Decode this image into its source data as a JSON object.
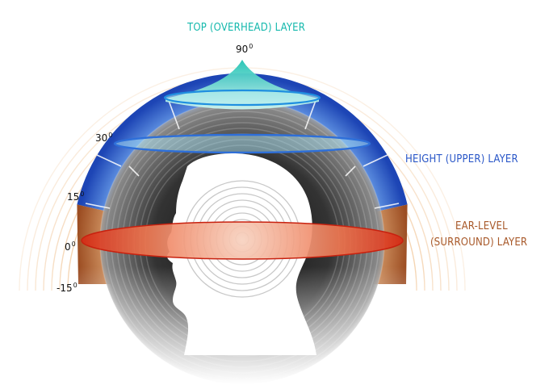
{
  "labels": {
    "top": "TOP (OVERHEAD) LAYER",
    "height": "HEIGHT (UPPER) LAYER",
    "ear_line1": "EAR-LEVEL",
    "ear_line2": "(SURROUND) LAYER"
  },
  "angles": {
    "a90": "90",
    "a30": "30",
    "a15": "15",
    "a0": "0",
    "am15": "-15",
    "degree_mark": "0"
  },
  "colors": {
    "top_layer": "#22c4b8",
    "height_layer": "#2a57c8",
    "ear_layer": "#a8592a",
    "ear_ring": "#e0321e",
    "outer_rings": "#f2c79a"
  }
}
